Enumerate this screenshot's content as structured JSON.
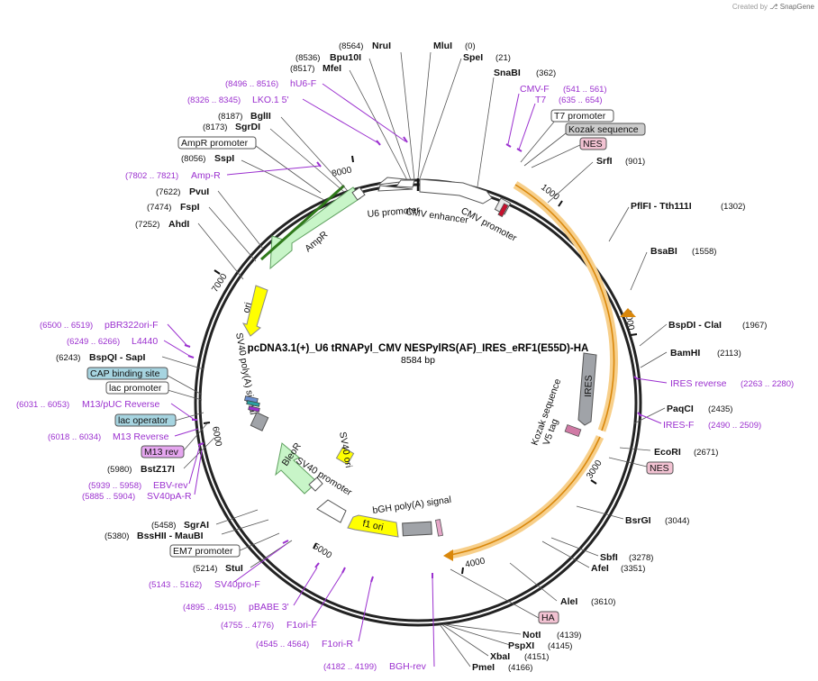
{
  "credit": {
    "prefix": "Created by",
    "brand": "SnapGene"
  },
  "plasmid": {
    "name": "pcDNA3.1(+)_U6 tRNAPyl_CMV NESPylRS(AF)_IRES_eRF1(E55D)-HA",
    "length_label": "8584 bp"
  },
  "ticks": [
    "1000",
    "2000",
    "3000",
    "4000",
    "5000",
    "6000",
    "7000",
    "8000"
  ],
  "sites": [
    {
      "name": "NruI",
      "pos": "(8564)"
    },
    {
      "name": "MluI",
      "pos": "(0)"
    },
    {
      "name": "Bpu10I",
      "pos": "(8536)"
    },
    {
      "name": "SpeI",
      "pos": "(21)"
    },
    {
      "name": "MfeI",
      "pos": "(8517)"
    },
    {
      "name": "SnaBI",
      "pos": "(362)"
    },
    {
      "name": "BglII",
      "pos": "(8187)"
    },
    {
      "name": "SgrDI",
      "pos": "(8173)"
    },
    {
      "name": "SspI",
      "pos": "(8056)"
    },
    {
      "name": "PvuI",
      "pos": "(7622)"
    },
    {
      "name": "FspI",
      "pos": "(7474)"
    },
    {
      "name": "AhdI",
      "pos": "(7252)"
    },
    {
      "name": "SrfI",
      "pos": "(901)"
    },
    {
      "name": "PflFI - Tth111I",
      "pos": "(1302)"
    },
    {
      "name": "BsaBI",
      "pos": "(1558)"
    },
    {
      "name": "BspDI - ClaI",
      "pos": "(1967)"
    },
    {
      "name": "BamHI",
      "pos": "(2113)"
    },
    {
      "name": "PaqCI",
      "pos": "(2435)"
    },
    {
      "name": "EcoRI",
      "pos": "(2671)"
    },
    {
      "name": "BsrGI",
      "pos": "(3044)"
    },
    {
      "name": "SbfI",
      "pos": "(3278)"
    },
    {
      "name": "AfeI",
      "pos": "(3351)"
    },
    {
      "name": "AleI",
      "pos": "(3610)"
    },
    {
      "name": "NotI",
      "pos": "(4139)"
    },
    {
      "name": "PspXI",
      "pos": "(4145)"
    },
    {
      "name": "XbaI",
      "pos": "(4151)"
    },
    {
      "name": "PmeI",
      "pos": "(4166)"
    },
    {
      "name": "BspQI - SapI",
      "pos": "(6243)"
    },
    {
      "name": "BstZ17I",
      "pos": "(5980)"
    },
    {
      "name": "SgrAI",
      "pos": "(5458)"
    },
    {
      "name": "BssHII - MauBI",
      "pos": "(5380)"
    },
    {
      "name": "StuI",
      "pos": "(5214)"
    }
  ],
  "primers": [
    {
      "name": "hU6-F",
      "pos": "(8496 .. 8516)"
    },
    {
      "name": "LKO.1 5'",
      "pos": "(8326 .. 8345)"
    },
    {
      "name": "Amp-R",
      "pos": "(7802 .. 7821)"
    },
    {
      "name": "CMV-F",
      "pos": "(541 .. 561)"
    },
    {
      "name": "T7",
      "pos": "(635 .. 654)"
    },
    {
      "name": "pBR322ori-F",
      "pos": "(6500 .. 6519)"
    },
    {
      "name": "L4440",
      "pos": "(6249 .. 6266)"
    },
    {
      "name": "M13/pUC Reverse",
      "pos": "(6031 .. 6053)"
    },
    {
      "name": "M13 Reverse",
      "pos": "(6018 .. 6034)"
    },
    {
      "name": "EBV-rev",
      "pos": "(5939 .. 5958)"
    },
    {
      "name": "SV40pA-R",
      "pos": "(5885 .. 5904)"
    },
    {
      "name": "SV40pro-F",
      "pos": "(5143 .. 5162)"
    },
    {
      "name": "pBABE 3'",
      "pos": "(4895 .. 4915)"
    },
    {
      "name": "F1ori-F",
      "pos": "(4755 .. 4776)"
    },
    {
      "name": "F1ori-R",
      "pos": "(4545 .. 4564)"
    },
    {
      "name": "BGH-rev",
      "pos": "(4182 .. 4199)"
    },
    {
      "name": "IRES reverse",
      "pos": "(2263 .. 2280)"
    },
    {
      "name": "IRES-F",
      "pos": "(2490 .. 2509)"
    }
  ],
  "boxes": {
    "t7_promoter": "T7 promoter",
    "kozak_top": "Kozak sequence",
    "nes_top": "NES",
    "ampr_promoter": "AmpR promoter",
    "cap_site": "CAP binding site",
    "lac_promoter": "lac promoter",
    "lac_operator": "lac operator",
    "m13_rev": "M13 rev",
    "em7_promoter": "EM7 promoter",
    "nes_bottom": "NES",
    "ha": "HA"
  },
  "features": {
    "u6_promoter": "U6 promoter",
    "cmv_enhancer": "CMV enhancer",
    "cmv_promoter": "CMV promoter",
    "ampr": "AmpR",
    "ori": "ori",
    "sv40_polya": "SV40 poly(A) signal",
    "ires": "IRES",
    "kozak_inner": "Kozak sequence",
    "v5_tag": "V5 tag",
    "sv40_ori": "SV40 ori",
    "bleor": "BleoR",
    "sv40_promoter": "SV40 promoter",
    "f1_ori": "f1 ori",
    "bgh_polya": "bGH poly(A) signal"
  },
  "colors": {
    "ampr": "#c8f5c8",
    "ampr_stroke": "#5fa05f",
    "orf_band": "#f7cf8a",
    "orf_line": "#d9870b",
    "yellow": "#ffff00",
    "grey": "#a0a3a8",
    "primer": "#9b30cf",
    "box_blue": "#a6d4e0",
    "box_pink": "#f2c2d2",
    "box_purple": "#e5a6ef",
    "box_grey": "#cccccc"
  }
}
